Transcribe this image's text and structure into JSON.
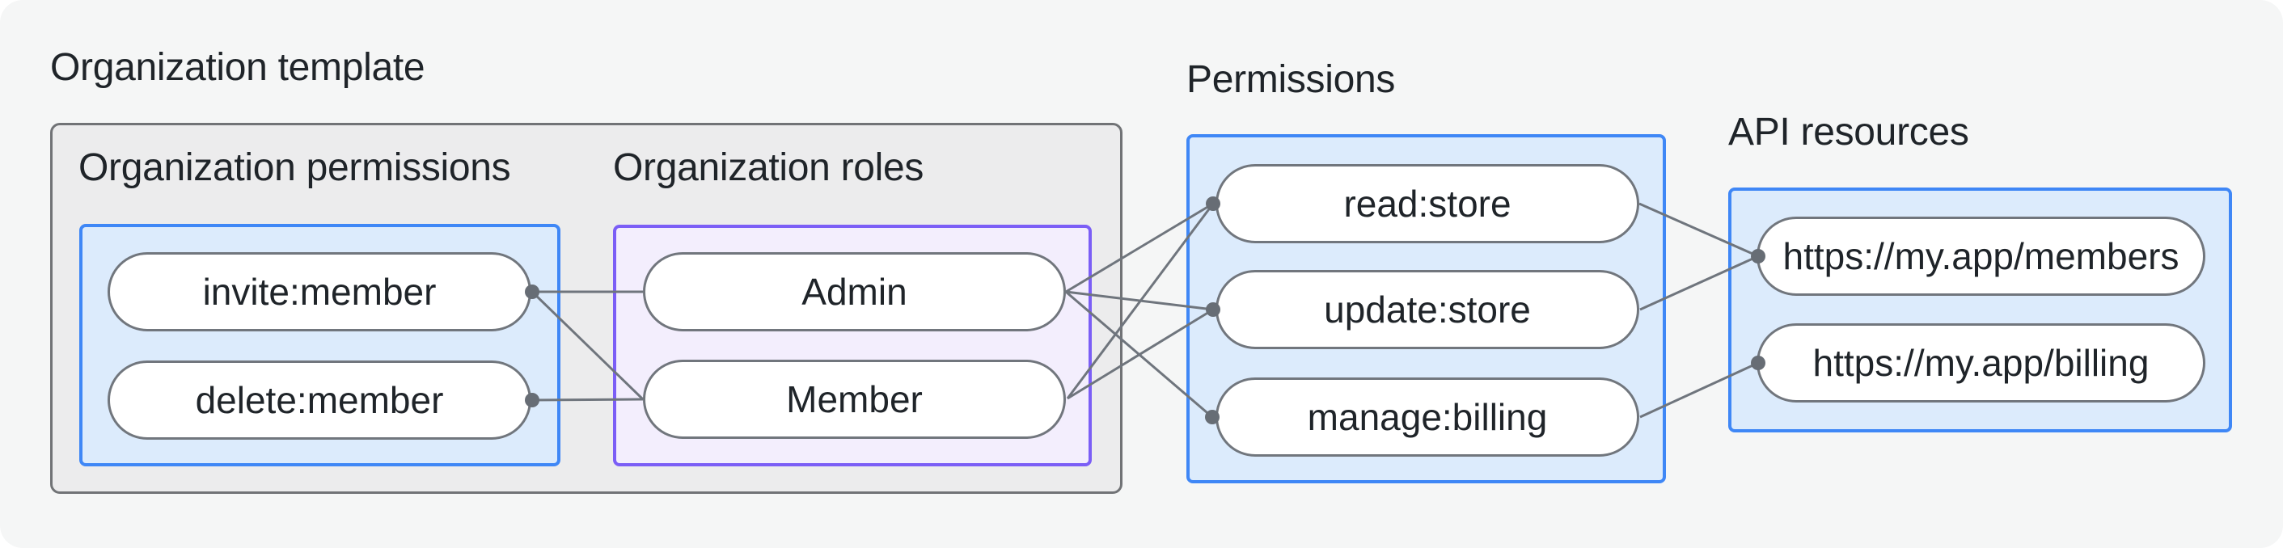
{
  "title": "Organization template",
  "groups": {
    "org_permissions": {
      "label": "Organization permissions"
    },
    "org_roles": {
      "label": "Organization roles"
    },
    "permissions": {
      "label": "Permissions"
    },
    "api_resources": {
      "label": "API resources"
    }
  },
  "nodes": {
    "invite": "invite:member",
    "delete": "delete:member",
    "admin": "Admin",
    "member": "Member",
    "read": "read:store",
    "update": "update:store",
    "manage": "manage:billing",
    "members_api": "https://my.app/members",
    "billing_api": "https://my.app/billing"
  },
  "edges": [
    {
      "from": "invite:member",
      "to": "Admin"
    },
    {
      "from": "invite:member",
      "to": "Member"
    },
    {
      "from": "delete:member",
      "to": "Member"
    },
    {
      "from": "Admin",
      "to": "read:store"
    },
    {
      "from": "Admin",
      "to": "update:store"
    },
    {
      "from": "Admin",
      "to": "manage:billing"
    },
    {
      "from": "Member",
      "to": "read:store"
    },
    {
      "from": "Member",
      "to": "update:store"
    },
    {
      "from": "read:store",
      "to": "https://my.app/members"
    },
    {
      "from": "update:store",
      "to": "https://my.app/members"
    },
    {
      "from": "manage:billing",
      "to": "https://my.app/billing"
    }
  ],
  "colors": {
    "page_background": "#f5f6f6",
    "template_box_fill": "#ececed",
    "template_box_border": "#717376",
    "blue_group_fill": "#dcebfc",
    "blue_group_border": "#3f87f6",
    "purple_group_fill": "#f3eefd",
    "purple_group_border": "#7b5ef6",
    "pill_fill": "#ffffff",
    "pill_border": "#71767d",
    "connector_line": "#6f757d",
    "connector_dot": "#676d75",
    "text": "#1f2429"
  }
}
